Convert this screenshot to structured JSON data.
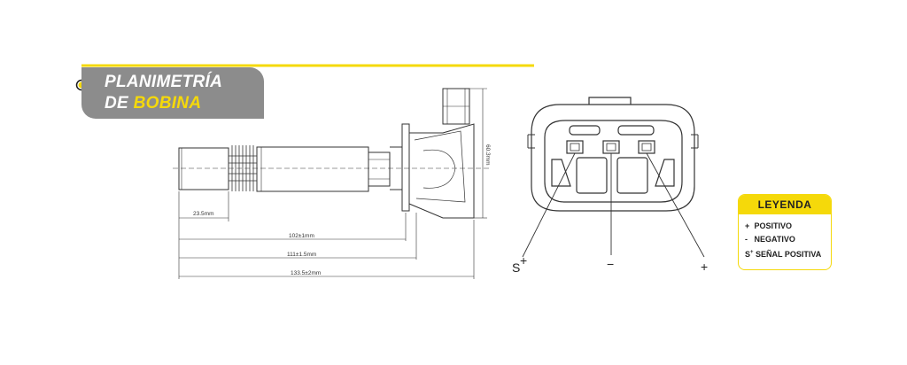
{
  "header": {
    "title_line1": "PLANIMETRÍA",
    "title_line2_prefix": "DE",
    "title_line2_highlight": "BOBINA"
  },
  "dimensions": {
    "d1": "23.5mm",
    "d2": "102±1mm",
    "d3": "111±1.5mm",
    "d4": "133.5±2mm",
    "height": "60.3mm"
  },
  "connector": {
    "pin_left": "S",
    "pin_left_sup": "+",
    "pin_middle": "−",
    "pin_right": "+"
  },
  "legend": {
    "title": "LEYENDA",
    "items": [
      {
        "symbol": "+",
        "label": "POSITIVO"
      },
      {
        "symbol": "-",
        "label": "NEGATIVO"
      },
      {
        "symbol": "S",
        "sup": "+",
        "label": "SEÑAL POSITIVA"
      }
    ]
  },
  "colors": {
    "accent": "#f5d90a",
    "title_bg": "#8c8c8c",
    "line": "#333333"
  }
}
